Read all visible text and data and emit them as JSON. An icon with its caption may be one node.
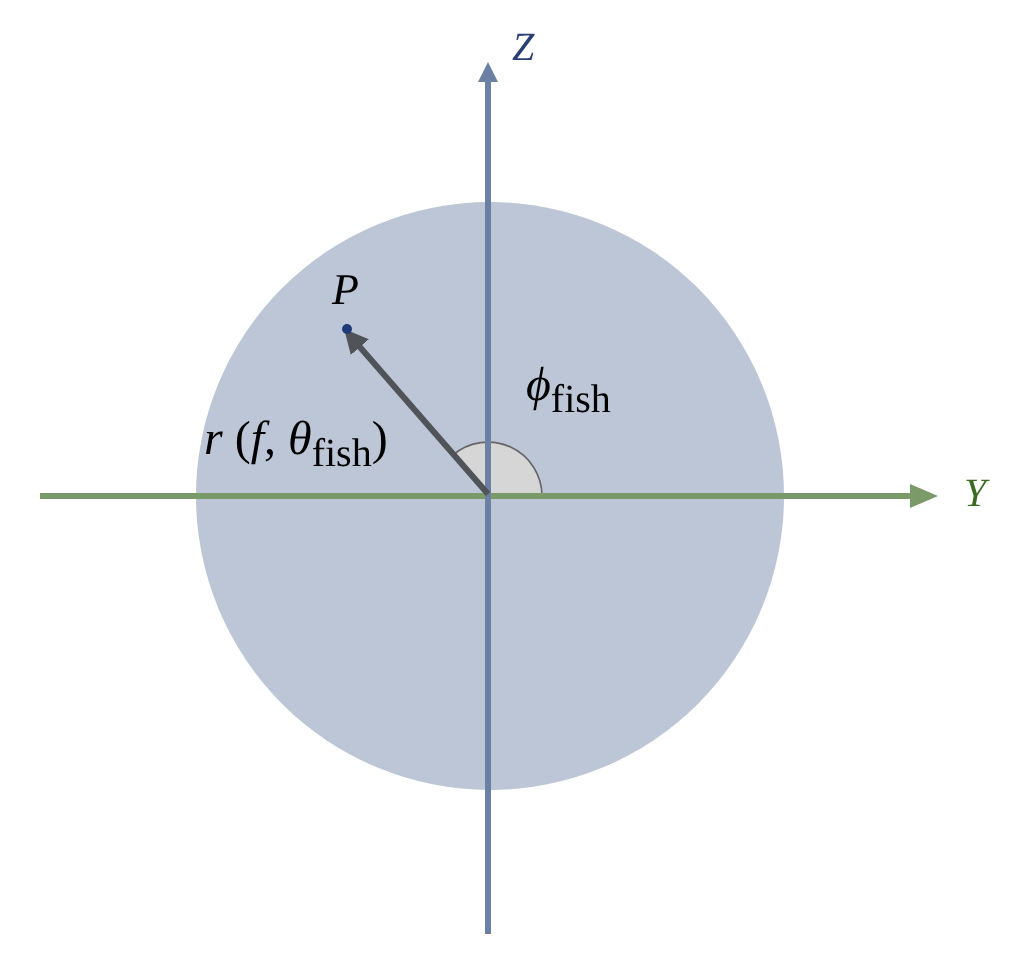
{
  "diagram": {
    "nodes": [
      {
        "text": [
          "P"
        ]
      },
      {
        "text": [],
        "shape": "sector"
      }
    ],
    "edges": [
      {
        "from": 1,
        "to": 0,
        "arrow": "to"
      }
    ],
    "labels": [
      "Z",
      "*ϕ*$_{fish}$",
      "*r* (*f*, *θ*$_{fish}$)",
      "Y"
    ]
  }
}
